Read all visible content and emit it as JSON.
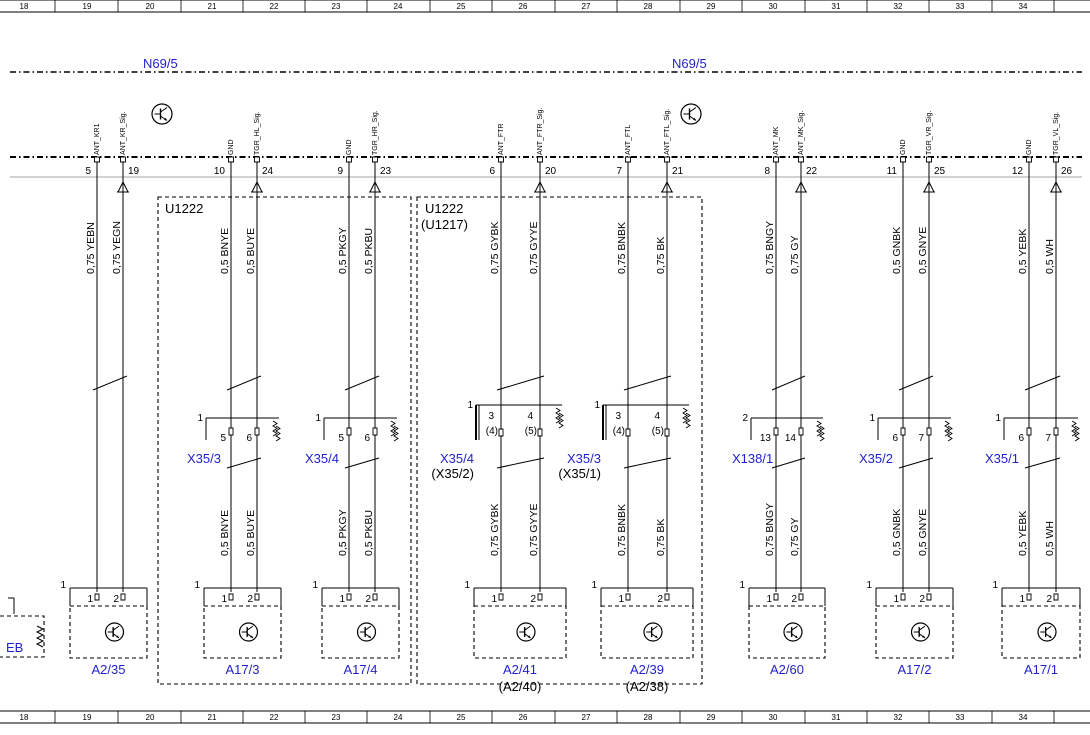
{
  "grid_numbers": [
    "18",
    "19",
    "20",
    "21",
    "22",
    "23",
    "24",
    "25",
    "26",
    "27",
    "28",
    "29",
    "30",
    "31",
    "32",
    "33",
    "34"
  ],
  "module": {
    "left_label": "N69/5",
    "right_label": "N69/5"
  },
  "boxes": {
    "u1222_left": {
      "label": "U1222"
    },
    "u1222_right": {
      "label": "U1222",
      "sub": "(U1217)"
    }
  },
  "left_edge_label": "EB",
  "groups": [
    {
      "pins": [
        {
          "num": "5",
          "signal": "ANT_KR1",
          "wire_top": "0,75 YEBN",
          "wire_bot": "",
          "cpin": "1",
          "arrow": false
        },
        {
          "num": "19",
          "signal": "ANT_KR_Sig.",
          "wire_top": "0,75 YEGN",
          "wire_bot": "",
          "cpin": "2",
          "arrow": true
        }
      ],
      "connector": null,
      "component": {
        "label": "A2/35",
        "alt": "",
        "one": "1"
      }
    },
    {
      "pins": [
        {
          "num": "10",
          "signal": "GND",
          "wire_top": "0,5 BNYE",
          "wire_bot": "0,5 BNYE",
          "cpin": "1",
          "arrow": false
        },
        {
          "num": "24",
          "signal": "TGR_HL_Sig.",
          "wire_top": "0,5 BUYE",
          "wire_bot": "0,5 BUYE",
          "cpin": "2",
          "arrow": true
        }
      ],
      "connector": {
        "label": "X35/3",
        "alt": "",
        "one": "1",
        "pins": [
          "5",
          "6"
        ],
        "alt_pins": [
          "",
          ""
        ]
      },
      "component": {
        "label": "A17/3",
        "alt": "",
        "one": "1"
      }
    },
    {
      "pins": [
        {
          "num": "9",
          "signal": "GND",
          "wire_top": "0,5 PKGY",
          "wire_bot": "0,5 PKGY",
          "cpin": "1",
          "arrow": false
        },
        {
          "num": "23",
          "signal": "TGR_HR_Sig.",
          "wire_top": "0,5 PKBU",
          "wire_bot": "0,5 PKBU",
          "cpin": "2",
          "arrow": true
        }
      ],
      "connector": {
        "label": "X35/4",
        "alt": "",
        "one": "1",
        "pins": [
          "5",
          "6"
        ],
        "alt_pins": [
          "",
          ""
        ]
      },
      "component": {
        "label": "A17/4",
        "alt": "",
        "one": "1"
      }
    },
    {
      "pins": [
        {
          "num": "6",
          "signal": "ANT_FTR",
          "wire_top": "0,75 GYBK",
          "wire_bot": "0,75 GYBK",
          "cpin": "1",
          "arrow": false
        },
        {
          "num": "20",
          "signal": "ANT_FTR_Sig.",
          "wire_top": "0,75 GYYE",
          "wire_bot": "0,75 GYYE",
          "cpin": "2",
          "arrow": true
        }
      ],
      "connector": {
        "label": "X35/4",
        "alt": "(X35/2)",
        "one": "1",
        "pins": [
          "3",
          "4"
        ],
        "alt_pins": [
          "(4)",
          "(5)"
        ]
      },
      "component": {
        "label": "A2/41",
        "alt": "(A2/40)",
        "one": "1"
      }
    },
    {
      "pins": [
        {
          "num": "7",
          "signal": "ANT_FTL",
          "wire_top": "0,75 BNBK",
          "wire_bot": "0,75 BNBK",
          "cpin": "1",
          "arrow": false
        },
        {
          "num": "21",
          "signal": "ANT_FTL_Sig.",
          "wire_top": "0,75 BK",
          "wire_bot": "0,75 BK",
          "cpin": "2",
          "arrow": true
        }
      ],
      "connector": {
        "label": "X35/3",
        "alt": "(X35/1)",
        "one": "1",
        "pins": [
          "3",
          "4"
        ],
        "alt_pins": [
          "(4)",
          "(5)"
        ]
      },
      "component": {
        "label": "A2/39",
        "alt": "(A2/38)",
        "one": "1"
      }
    },
    {
      "pins": [
        {
          "num": "8",
          "signal": "ANT_MK",
          "wire_top": "0,75 BNGY",
          "wire_bot": "0,75 BNGY",
          "cpin": "1",
          "arrow": false
        },
        {
          "num": "22",
          "signal": "ANT_MK_Sig.",
          "wire_top": "0,75 GY",
          "wire_bot": "0,75 GY",
          "cpin": "2",
          "arrow": true
        }
      ],
      "connector": {
        "label": "X138/1",
        "alt": "",
        "one": "2",
        "pins": [
          "13",
          "14"
        ],
        "alt_pins": [
          "",
          ""
        ]
      },
      "component": {
        "label": "A2/60",
        "alt": "",
        "one": "1"
      }
    },
    {
      "pins": [
        {
          "num": "11",
          "signal": "GND",
          "wire_top": "0,5 GNBK",
          "wire_bot": "0,5 GNBK",
          "cpin": "1",
          "arrow": false
        },
        {
          "num": "25",
          "signal": "TGR_VR_Sig.",
          "wire_top": "0,5 GNYE",
          "wire_bot": "0,5 GNYE",
          "cpin": "2",
          "arrow": true
        }
      ],
      "connector": {
        "label": "X35/2",
        "alt": "",
        "one": "1",
        "pins": [
          "6",
          "7"
        ],
        "alt_pins": [
          "",
          ""
        ]
      },
      "component": {
        "label": "A17/2",
        "alt": "",
        "one": "1"
      }
    },
    {
      "pins": [
        {
          "num": "12",
          "signal": "GND",
          "wire_top": "0,5 YEBK",
          "wire_bot": "0,5 YEBK",
          "cpin": "1",
          "arrow": false
        },
        {
          "num": "26",
          "signal": "TGR_VL_Sig.",
          "wire_top": "0,5 WH",
          "wire_bot": "0,5 WH",
          "cpin": "2",
          "arrow": true
        }
      ],
      "connector": {
        "label": "X35/1",
        "alt": "",
        "one": "1",
        "pins": [
          "6",
          "7"
        ],
        "alt_pins": [
          "",
          ""
        ]
      },
      "component": {
        "label": "A17/1",
        "alt": "",
        "one": "1"
      }
    }
  ]
}
